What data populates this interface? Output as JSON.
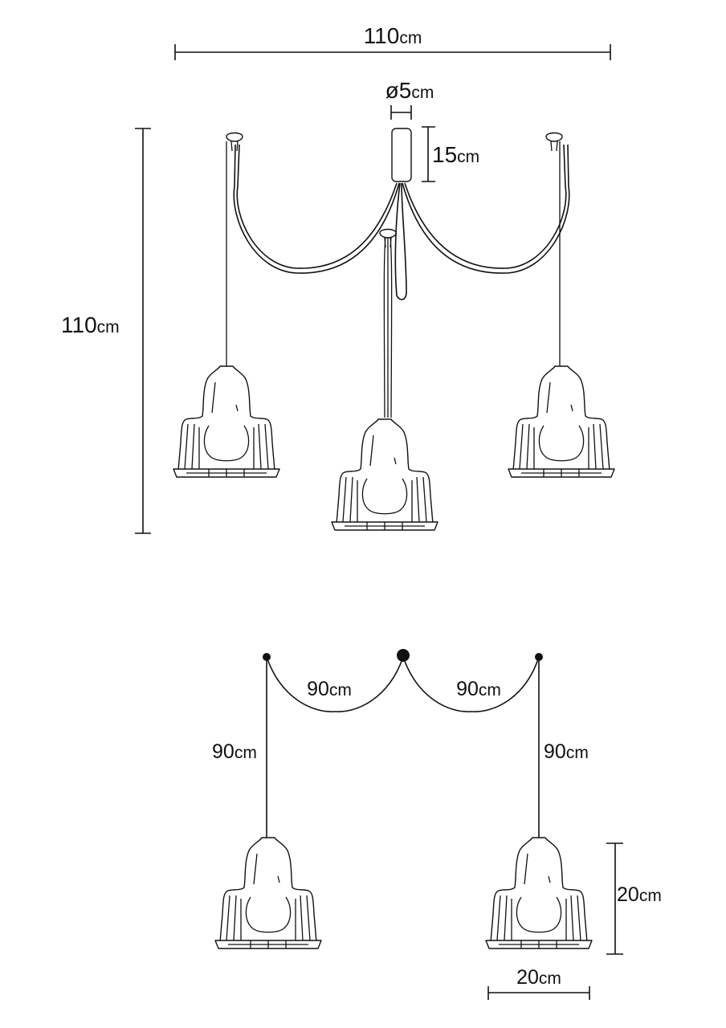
{
  "top_view": {
    "width_label": {
      "value": "110",
      "unit": "cm"
    },
    "canopy_diameter_label": {
      "value": "ø5",
      "unit": "cm"
    },
    "canopy_height_label": {
      "value": "15",
      "unit": "cm"
    },
    "height_label": {
      "value": "110",
      "unit": "cm"
    }
  },
  "bottom_view": {
    "left_swag_label": {
      "value": "90",
      "unit": "cm"
    },
    "right_swag_label": {
      "value": "90",
      "unit": "cm"
    },
    "left_drop_label": {
      "value": "90",
      "unit": "cm"
    },
    "right_drop_label": {
      "value": "90",
      "unit": "cm"
    },
    "shade_height_label": {
      "value": "20",
      "unit": "cm"
    },
    "shade_width_label": {
      "value": "20",
      "unit": "cm"
    }
  }
}
